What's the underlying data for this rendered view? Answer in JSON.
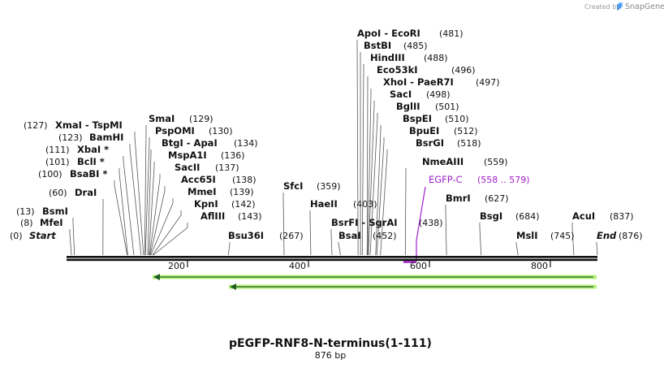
{
  "header": {
    "credit_prefix": "Created by",
    "brand_name": "SnapGene",
    "logo_icon": "snapgene-logo-icon"
  },
  "map": {
    "sequence_name": "pEGFP-RNF8-N-terminus(1-111)",
    "length_label": "876 bp",
    "length": 876,
    "sites": [
      {
        "name": "Start",
        "pos": "0",
        "italic": true
      },
      {
        "name": "MfeI",
        "pos": "8"
      },
      {
        "name": "BsmI",
        "pos": "13"
      },
      {
        "name": "DraI",
        "pos": "60"
      },
      {
        "name": "BsaBI",
        "pos": "100",
        "star": "*"
      },
      {
        "name": "BclI",
        "pos": "101",
        "star": "*"
      },
      {
        "name": "XbaI",
        "pos": "111",
        "star": "*"
      },
      {
        "name": "BamHI",
        "pos": "123"
      },
      {
        "name": "XmaI",
        "name2": "TspMI",
        "pos": "127"
      },
      {
        "name": "SmaI",
        "pos": "129"
      },
      {
        "name": "PspOMI",
        "pos": "130"
      },
      {
        "name": "BtgI",
        "name2": "ApaI",
        "pos": "134"
      },
      {
        "name": "MspA1I",
        "pos": "136"
      },
      {
        "name": "SacII",
        "pos": "137"
      },
      {
        "name": "Acc65I",
        "pos": "138"
      },
      {
        "name": "MmeI",
        "pos": "139"
      },
      {
        "name": "KpnI",
        "pos": "142"
      },
      {
        "name": "AflIII",
        "pos": "143"
      },
      {
        "name": "Bsu36I",
        "pos": "267"
      },
      {
        "name": "SfcI",
        "pos": "359"
      },
      {
        "name": "HaeII",
        "pos": "403"
      },
      {
        "name": "BsrFI",
        "name2": "SgrAI",
        "pos": "438"
      },
      {
        "name": "BsaI",
        "pos": "452"
      },
      {
        "name": "ApoI",
        "name2": "EcoRI",
        "pos": "481"
      },
      {
        "name": "BstBI",
        "pos": "485"
      },
      {
        "name": "HindIII",
        "pos": "488"
      },
      {
        "name": "Eco53kI",
        "pos": "496"
      },
      {
        "name": "XhoI",
        "name2": "PaeR7I",
        "pos": "497"
      },
      {
        "name": "SacI",
        "pos": "498"
      },
      {
        "name": "BglII",
        "pos": "501"
      },
      {
        "name": "BspEI",
        "pos": "510"
      },
      {
        "name": "BpuEI",
        "pos": "512"
      },
      {
        "name": "BsrGI",
        "pos": "518"
      },
      {
        "name": "NmeAIII",
        "pos": "559"
      },
      {
        "name": "BmrI",
        "pos": "627"
      },
      {
        "name": "BsgI",
        "pos": "684"
      },
      {
        "name": "MslI",
        "pos": "745"
      },
      {
        "name": "AcuI",
        "pos": "837"
      },
      {
        "name": "End",
        "pos": "876",
        "italic": true
      }
    ],
    "primer": {
      "name": "EGFP-C",
      "range": "(558 .. 579)",
      "start": 558,
      "end": 579,
      "color": "#a020c8"
    },
    "ruler_ticks": [
      "200",
      "400",
      "600",
      "800"
    ],
    "features": [
      {
        "name": "feature-arrow-1",
        "start": 147,
        "end": 876,
        "direction": "left",
        "color": "#b6f07a"
      },
      {
        "name": "feature-arrow-2",
        "start": 270,
        "end": 876,
        "direction": "left",
        "color": "#b6f07a"
      }
    ]
  }
}
